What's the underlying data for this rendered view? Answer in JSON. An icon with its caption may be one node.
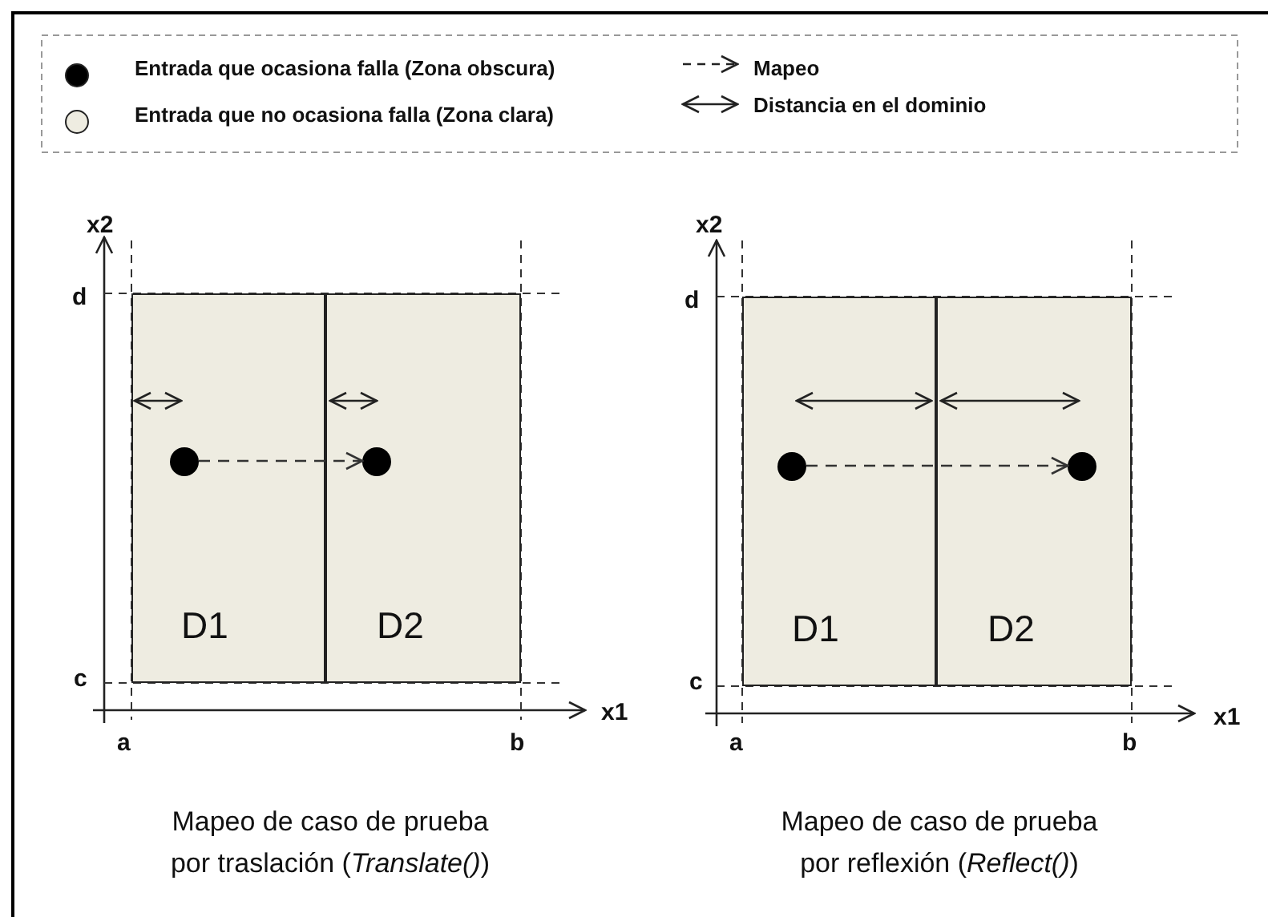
{
  "diagram": {
    "nodes": [
      {
        "text": [
          "D1"
        ]
      },
      {
        "text": [
          "D2"
        ]
      },
      {
        "text": [],
        "shape": "circle",
        "in": 0
      },
      {
        "text": [],
        "shape": "circle",
        "in": 1
      },
      {
        "text": [
          "D1"
        ]
      },
      {
        "text": [
          "D2"
        ]
      },
      {
        "text": [],
        "shape": "circle",
        "in": 4
      },
      {
        "text": [],
        "shape": "circle",
        "in": 5
      }
    ],
    "edges": [
      {
        "from": 2,
        "to": 3,
        "arrow": "to",
        "style": "dashed"
      },
      {
        "from": 6,
        "to": 7,
        "arrow": "to",
        "style": "dashed"
      }
    ],
    "labels": [
      "x2",
      "d",
      "c",
      "a",
      "b",
      "x1",
      "x2",
      "d",
      "c",
      "a",
      "b",
      "x1",
      "Mapeo de caso de prueba por traslación (*Translate()*)",
      "Mapeo de caso de prueba por reflexión (*Reflect()*)"
    ],
    "legend": [
      {
        "text": "Entrada que ocasiona falla (Zona obscura)",
        "color": "#000000"
      },
      {
        "text": "Entrada que no ocasiona falla (Zona clara)",
        "color": "#eeece1"
      },
      {
        "text": "Mapeo"
      },
      {
        "text": "Distancia en el dominio"
      }
    ]
  }
}
